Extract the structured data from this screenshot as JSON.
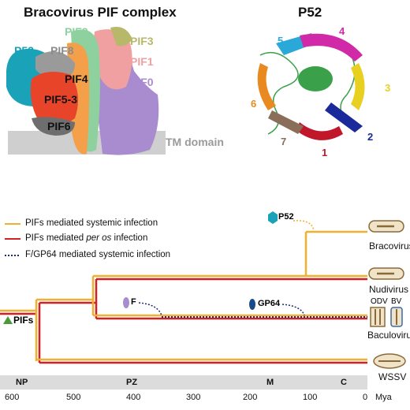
{
  "panel_a": {
    "title": "Bracovirus PIF complex",
    "labels": {
      "p52": "P52",
      "pif8": "PIF8",
      "pif2": "PIF2",
      "pif3": "PIF3",
      "pif1": "PIF1",
      "pif4": "PIF4",
      "pif0": "PIF0",
      "pif53": "PIF5-3",
      "pif6": "PIF6",
      "tm": "TM domain"
    },
    "colors": {
      "p52": "#1aa3b8",
      "pif8": "#8c8c8c",
      "pif2": "#8fd19e",
      "pif3": "#b7b86a",
      "pif1": "#f0a0a0",
      "pif4": "#f4a04a",
      "pif0": "#a98bd0",
      "pif53": "#e8442a",
      "pif6": "#6e6e6e",
      "tm": "#cfcfcf"
    }
  },
  "panel_b": {
    "title": "P52",
    "strand_numbers": [
      "1",
      "2",
      "3",
      "4",
      "5",
      "6",
      "7"
    ],
    "strand_colors": {
      "1": "#c0182a",
      "2": "#1a2a9a",
      "3": "#e8d020",
      "4": "#d02aa8",
      "5": "#2aa8d8",
      "6": "#e88a20",
      "7": "#8a6e5a"
    }
  },
  "legend": [
    {
      "text_a": "PIFs mediated systemic infection",
      "text_em": "",
      "text_b": "",
      "color": "#f0b030",
      "style": "solid"
    },
    {
      "text_a": "PIFs mediated ",
      "text_em": "per os",
      "text_b": " infection",
      "color": "#d42020",
      "style": "solid"
    },
    {
      "text_a": "F/GP64 mediated systemic infection",
      "text_em": "",
      "text_b": "",
      "color": "#1a2a7a",
      "style": "dotted"
    }
  ],
  "tree": {
    "root_label": "PIFs",
    "markers": {
      "p52": "P52",
      "f": "F",
      "gp64": "GP64"
    },
    "taxa": [
      "Bracovirus",
      "Nudivirus",
      "Baculovirus",
      "WSSV"
    ],
    "baculo_sublabels": [
      "ODV",
      "BV"
    ]
  },
  "timeline": {
    "eras": [
      "NP",
      "PZ",
      "M",
      "C"
    ],
    "ticks": [
      "600",
      "500",
      "400",
      "300",
      "200",
      "100",
      "0"
    ],
    "unit": "Mya"
  }
}
